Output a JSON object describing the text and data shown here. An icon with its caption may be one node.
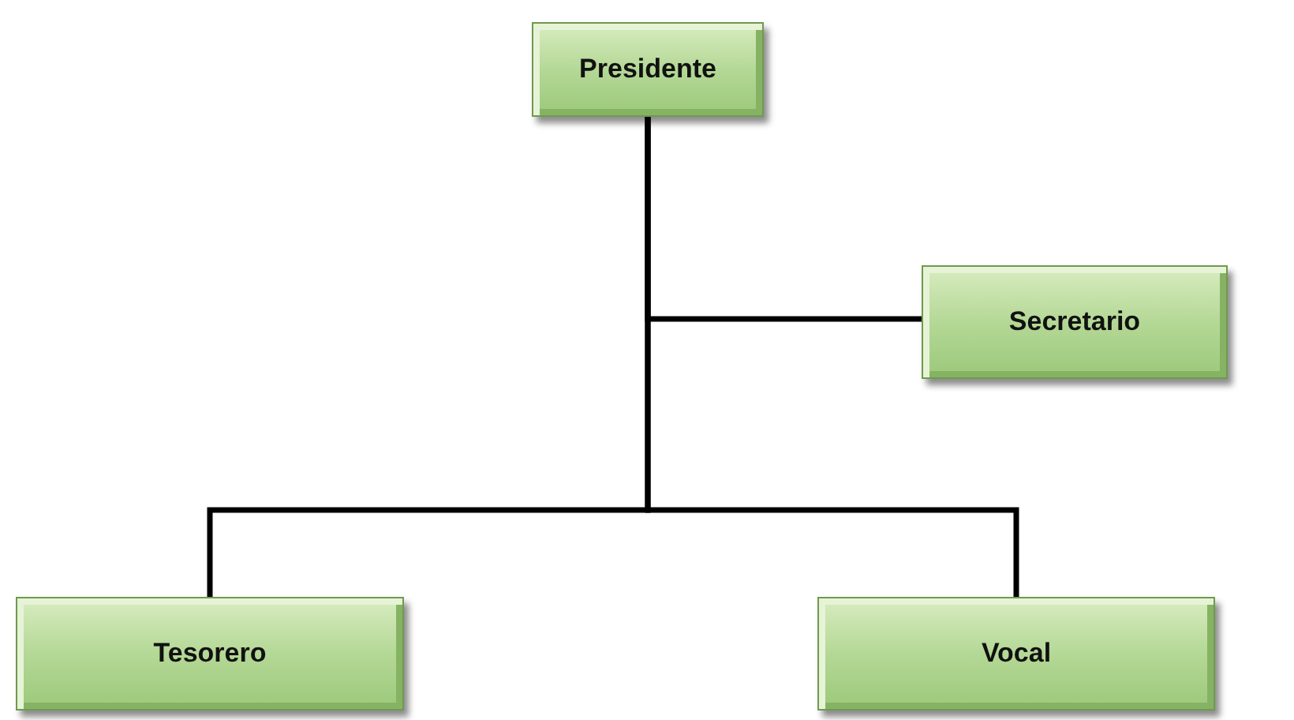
{
  "diagram": {
    "nodes": [
      {
        "text": [
          "Presidente"
        ]
      },
      {
        "text": [
          "Secretario"
        ]
      },
      {
        "text": [
          "Tesorero"
        ]
      },
      {
        "text": [
          "Vocal"
        ]
      }
    ],
    "edges": [
      {
        "from": 0,
        "to": 1,
        "arrow": "none"
      },
      {
        "from": 0,
        "to": 2,
        "arrow": "none"
      },
      {
        "from": 0,
        "to": 3,
        "arrow": "none"
      }
    ]
  }
}
